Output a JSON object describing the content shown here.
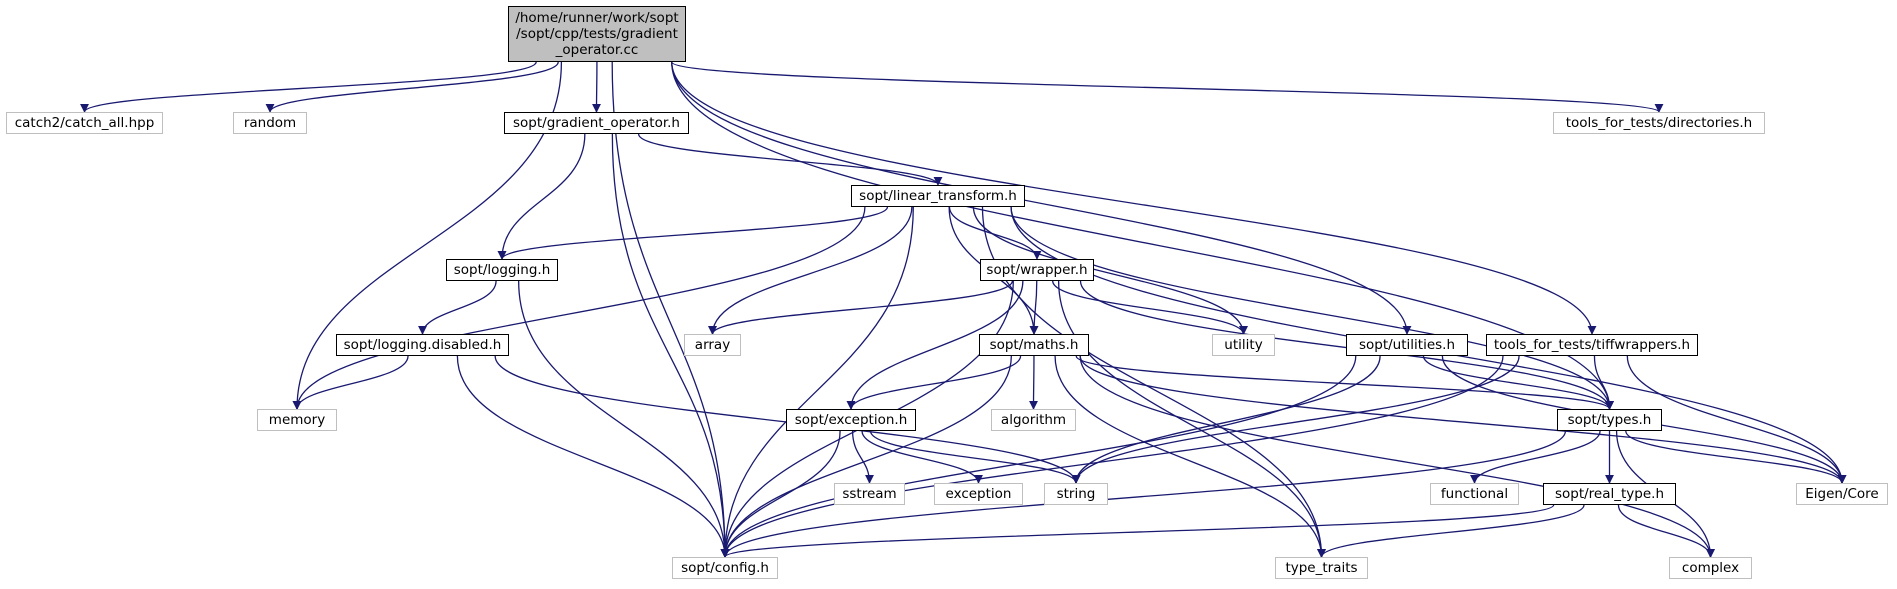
{
  "graph": {
    "root": {
      "label_lines": [
        "/home/runner/work/sopt",
        "/sopt/cpp/tests/gradient",
        "_operator.cc"
      ]
    },
    "nodes": {
      "catch2": "catch2/catch_all.hpp",
      "random": "random",
      "gradient_operator": "sopt/gradient_operator.h",
      "directories": "tools_for_tests/directories.h",
      "linear_transform": "sopt/linear_transform.h",
      "logging": "sopt/logging.h",
      "wrapper": "sopt/wrapper.h",
      "logging_disabled": "sopt/logging.disabled.h",
      "array": "array",
      "utility": "utility",
      "maths": "sopt/maths.h",
      "utilities": "sopt/utilities.h",
      "tiffwrappers": "tools_for_tests/tiffwrappers.h",
      "memory": "memory",
      "algorithm": "algorithm",
      "exception_h": "sopt/exception.h",
      "types": "sopt/types.h",
      "sstream": "sstream",
      "exception": "exception",
      "string": "string",
      "functional": "functional",
      "real_type": "sopt/real_type.h",
      "eigen_core": "Eigen/Core",
      "config": "sopt/config.h",
      "type_traits": "type_traits",
      "complex": "complex"
    },
    "edges": [
      [
        "root",
        "catch2"
      ],
      [
        "root",
        "random"
      ],
      [
        "root",
        "gradient_operator"
      ],
      [
        "root",
        "directories"
      ],
      [
        "root",
        "memory"
      ],
      [
        "root",
        "config"
      ],
      [
        "root",
        "utilities"
      ],
      [
        "root",
        "tiffwrappers"
      ],
      [
        "root",
        "types"
      ],
      [
        "gradient_operator",
        "linear_transform"
      ],
      [
        "gradient_operator",
        "logging"
      ],
      [
        "gradient_operator",
        "config"
      ],
      [
        "linear_transform",
        "logging"
      ],
      [
        "linear_transform",
        "wrapper"
      ],
      [
        "linear_transform",
        "maths"
      ],
      [
        "linear_transform",
        "array"
      ],
      [
        "linear_transform",
        "utility"
      ],
      [
        "linear_transform",
        "memory"
      ],
      [
        "linear_transform",
        "config"
      ],
      [
        "linear_transform",
        "type_traits"
      ],
      [
        "linear_transform",
        "types"
      ],
      [
        "linear_transform",
        "eigen_core"
      ],
      [
        "logging",
        "logging_disabled"
      ],
      [
        "logging",
        "config"
      ],
      [
        "logging_disabled",
        "memory"
      ],
      [
        "logging_disabled",
        "string"
      ],
      [
        "logging_disabled",
        "config"
      ],
      [
        "wrapper",
        "maths"
      ],
      [
        "wrapper",
        "array"
      ],
      [
        "wrapper",
        "utility"
      ],
      [
        "wrapper",
        "exception_h"
      ],
      [
        "wrapper",
        "types"
      ],
      [
        "wrapper",
        "config"
      ],
      [
        "wrapper",
        "type_traits"
      ],
      [
        "maths",
        "algorithm"
      ],
      [
        "maths",
        "exception_h"
      ],
      [
        "maths",
        "types"
      ],
      [
        "maths",
        "config"
      ],
      [
        "maths",
        "type_traits"
      ],
      [
        "maths",
        "complex"
      ],
      [
        "maths",
        "eigen_core"
      ],
      [
        "exception_h",
        "sstream"
      ],
      [
        "exception_h",
        "exception"
      ],
      [
        "exception_h",
        "string"
      ],
      [
        "exception_h",
        "config"
      ],
      [
        "utilities",
        "string"
      ],
      [
        "utilities",
        "types"
      ],
      [
        "utilities",
        "config"
      ],
      [
        "utilities",
        "eigen_core"
      ],
      [
        "tiffwrappers",
        "types"
      ],
      [
        "tiffwrappers",
        "string"
      ],
      [
        "tiffwrappers",
        "config"
      ],
      [
        "tiffwrappers",
        "eigen_core"
      ],
      [
        "types",
        "functional"
      ],
      [
        "types",
        "real_type"
      ],
      [
        "types",
        "complex"
      ],
      [
        "types",
        "eigen_core"
      ],
      [
        "types",
        "config"
      ],
      [
        "real_type",
        "config"
      ],
      [
        "real_type",
        "complex"
      ],
      [
        "real_type",
        "type_traits"
      ]
    ]
  }
}
